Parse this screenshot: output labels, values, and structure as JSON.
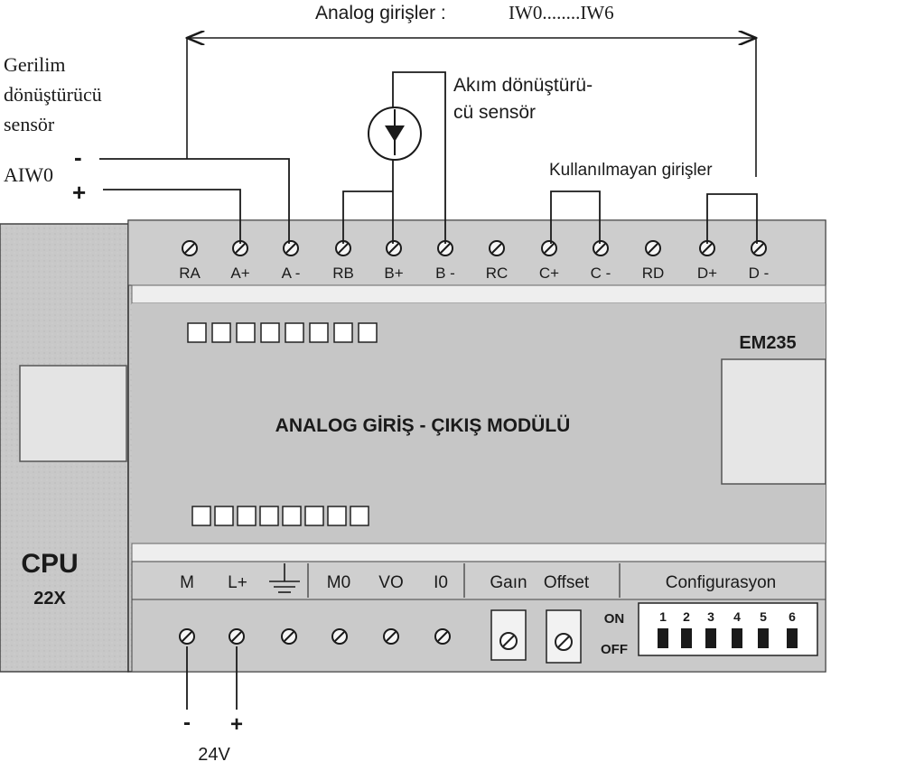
{
  "header": {
    "analog_label": "Analog  girişler :",
    "analog_range": "IW0........IW6"
  },
  "voltage_sensor": {
    "line1": "Gerilim",
    "line2": "dönüştürücü",
    "line3": "sensör",
    "address": "AIW0",
    "minus": "-",
    "plus": "+"
  },
  "current_sensor": {
    "line1": "Akım dönüştürü-",
    "line2": "cü  sensör"
  },
  "unused_inputs": "Kullanılmayan girişler",
  "top_terminals": [
    "RA",
    "A+",
    "A -",
    "RB",
    "B+",
    "B -",
    "RC",
    "C+",
    "C -",
    "RD",
    "D+",
    "D -"
  ],
  "module": {
    "model": "EM235",
    "title": "ANALOG GİRİŞ - ÇIKIŞ MODÜLÜ"
  },
  "cpu": {
    "label": "CPU",
    "model": "22X"
  },
  "bottom_labels": {
    "m": "M",
    "lplus": "L+",
    "m0": "M0",
    "vo": "VO",
    "i0": "I0",
    "gain": "Gaın",
    "offset": "Offset",
    "config": "Configurasyon",
    "on": "ON",
    "off": "OFF"
  },
  "dip_switches": [
    "1",
    "2",
    "3",
    "4",
    "5",
    "6"
  ],
  "power": {
    "minus": "-",
    "plus": "+",
    "voltage": "24V"
  },
  "colors": {
    "module_body": "#c9c9c9",
    "cpu_body": "#c4c4c4",
    "line": "#1a1a1a"
  }
}
